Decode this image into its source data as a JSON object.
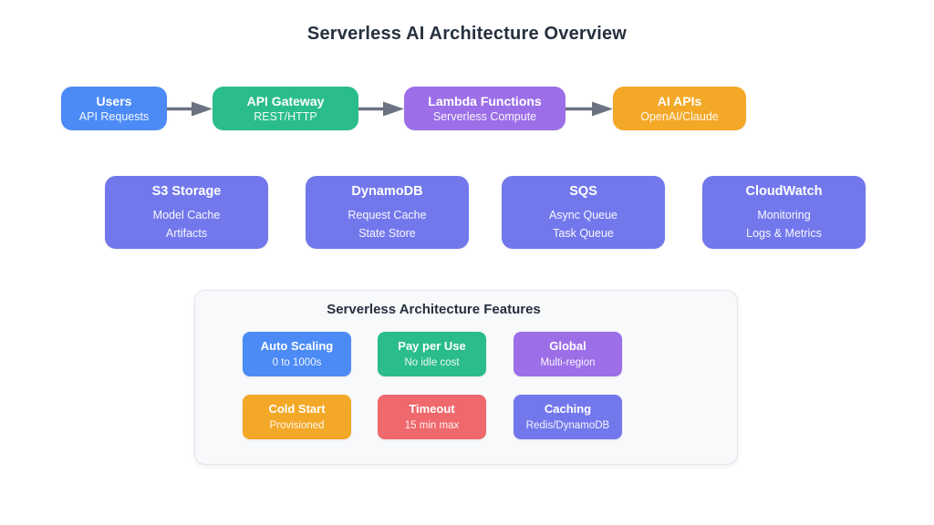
{
  "title": "Serverless AI Architecture Overview",
  "colors": {
    "blue": "#4c8bf5",
    "green": "#2abd8b",
    "purple": "#9c6fe8",
    "orange": "#f4a827",
    "indigo": "#7278ec",
    "red": "#ee686c",
    "arrow_gray": "#6b7280",
    "heading_text": "#26303f",
    "panel_bg": "#f8f9fb",
    "panel_border": "#e2e5ec"
  },
  "flow": {
    "nodes": [
      {
        "title": "Users",
        "subtitle": "API Requests",
        "color": "#4c8bf5"
      },
      {
        "title": "API Gateway",
        "subtitle": "REST/HTTP",
        "color": "#2abd8b"
      },
      {
        "title": "Lambda Functions",
        "subtitle": "Serverless Compute",
        "color": "#9c6fe8"
      },
      {
        "title": "AI APIs",
        "subtitle": "OpenAI/Claude",
        "color": "#f4a827"
      }
    ]
  },
  "services": [
    {
      "title": "S3 Storage",
      "lines": [
        "Model Cache",
        "Artifacts"
      ],
      "color": "#7278ec"
    },
    {
      "title": "DynamoDB",
      "lines": [
        "Request Cache",
        "State Store"
      ],
      "color": "#7278ec"
    },
    {
      "title": "SQS",
      "lines": [
        "Async Queue",
        "Task Queue"
      ],
      "color": "#7278ec"
    },
    {
      "title": "CloudWatch",
      "lines": [
        "Monitoring",
        "Logs & Metrics"
      ],
      "color": "#7278ec"
    }
  ],
  "features_panel": {
    "title": "Serverless Architecture Features",
    "features": [
      {
        "title": "Auto Scaling",
        "subtitle": "0 to 1000s",
        "color": "#4c8bf5"
      },
      {
        "title": "Pay per Use",
        "subtitle": "No idle cost",
        "color": "#2abd8b"
      },
      {
        "title": "Global",
        "subtitle": "Multi-region",
        "color": "#9c6fe8"
      },
      {
        "title": "Cold Start",
        "subtitle": "Provisioned",
        "color": "#f4a827"
      },
      {
        "title": "Timeout",
        "subtitle": "15 min max",
        "color": "#ee686c"
      },
      {
        "title": "Caching",
        "subtitle": "Redis/DynamoDB",
        "color": "#7278ec"
      }
    ]
  }
}
